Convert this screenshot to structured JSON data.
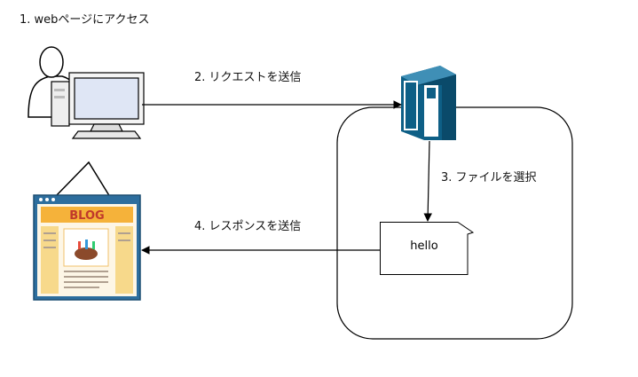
{
  "labels": {
    "step1": "1. webページにアクセス",
    "step2": "2. リクエストを送信",
    "step3": "3. ファイルを選択",
    "step4": "4. レスポンスを送信"
  },
  "file_note": {
    "text": "hello"
  },
  "blog_image": {
    "title": "BLOG"
  },
  "colors": {
    "server": "#0e5f86",
    "monitor": "#dfe6f5",
    "arrow": "#000000",
    "blog_banner": "#f5b23a",
    "blog_frame": "#2d6e9e"
  },
  "icons": {
    "user": "person-icon",
    "computer": "desktop-computer-icon",
    "server": "server-icon",
    "file": "document-icon",
    "blog": "blog-webpage-icon"
  }
}
